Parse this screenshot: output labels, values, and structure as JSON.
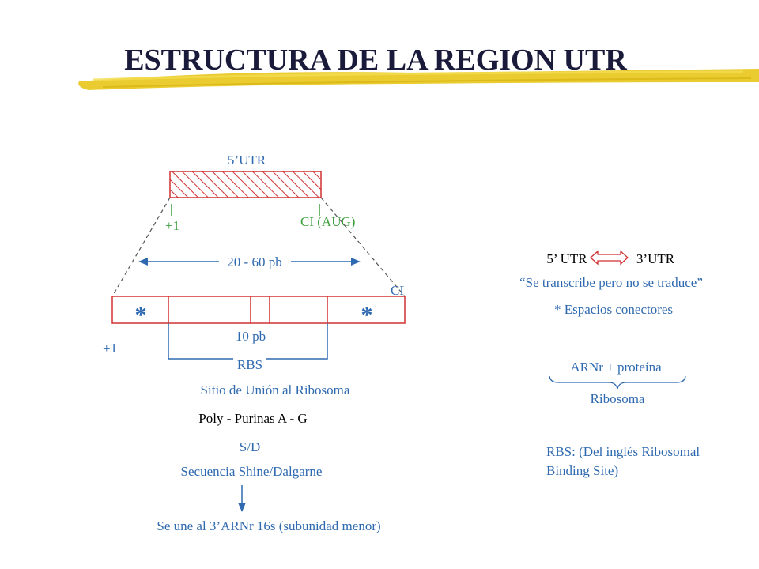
{
  "title": "ESTRUCTURA DE LA REGION UTR",
  "colors": {
    "title": "#1a1a3a",
    "underline": "#e8c820",
    "red": "#d03030",
    "blue": "#2f6ab0",
    "green": "#3c9e3c",
    "black": "#000000"
  },
  "left": {
    "utr5_label": "5’UTR",
    "plus1_top": "+1",
    "ci_aug": "CI (AUG)",
    "distance": "20 - 60 pb",
    "ci": "CI",
    "star_left": "*",
    "star_right": "*",
    "plus1_bottom": "+1",
    "ten_pb": "10 pb",
    "rbs": "RBS",
    "sitio": "Sitio de Unión al Ribosoma",
    "poly": "Poly - Purinas A - G",
    "sd": "S/D",
    "secuencia": "Secuencia Shine/Dalgarne",
    "une": "Se une al 3’ARNr 16s (subunidad menor)"
  },
  "right": {
    "utr5": "5’ UTR",
    "utr3": "3’UTR",
    "transcribe": "“Se transcribe pero no se traduce”",
    "espacios": "* Espacios conectores",
    "arnr": "ARNr  +  proteína",
    "ribosoma": "Ribosoma",
    "rbs_line1": "RBS: (Del inglés Ribosomal",
    "rbs_line2": "Binding Site)"
  }
}
